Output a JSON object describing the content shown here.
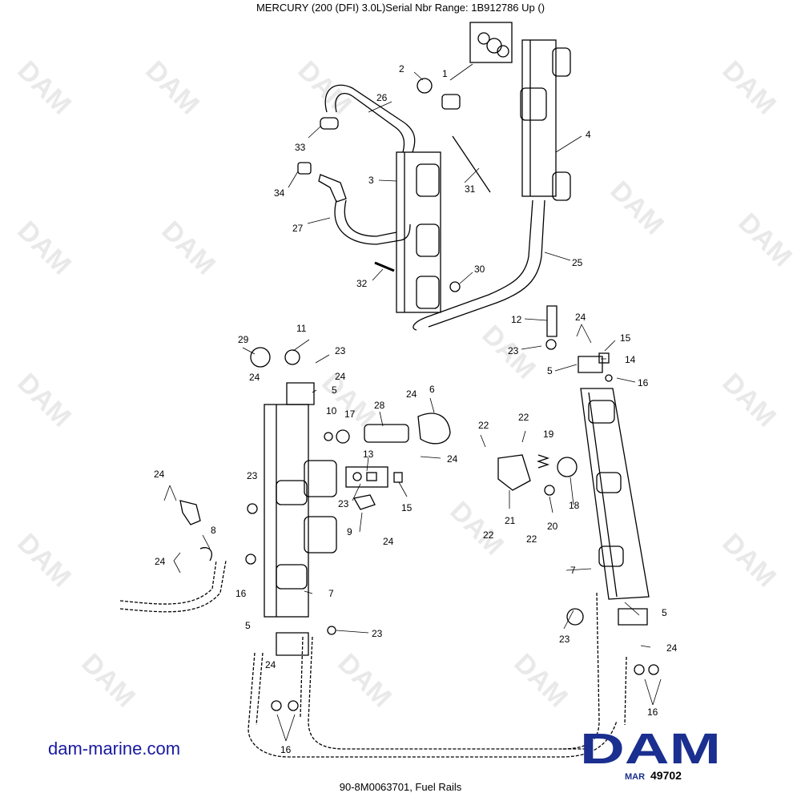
{
  "header": {
    "title": "MERCURY (200 (DFI) 3.0L)Serial Nbr Range: 1B912786  Up ()"
  },
  "footer": {
    "caption": "90-8M0063701, Fuel Rails",
    "site": "dam-marine.com"
  },
  "logo": {
    "main": "DAM",
    "sub": "MAR",
    "code": "49702",
    "color": "#1a2f8f"
  },
  "watermark": "DAM",
  "callouts": {
    "c1": "1",
    "c2": "2",
    "c3": "3",
    "c4": "4",
    "c5a": "5",
    "c5b": "5",
    "c5c": "5",
    "c5d": "5",
    "c6": "6",
    "c7a": "7",
    "c7b": "7",
    "c8": "8",
    "c9": "9",
    "c10": "10",
    "c11": "11",
    "c12": "12",
    "c13": "13",
    "c14": "14",
    "c15a": "15",
    "c15b": "15",
    "c16a": "16",
    "c16b": "16",
    "c16c": "16",
    "c16d": "16",
    "c17": "17",
    "c18": "18",
    "c19": "19",
    "c20": "20",
    "c21": "21",
    "c22a": "22",
    "c22b": "22",
    "c22c": "22",
    "c22d": "22",
    "c23a": "23",
    "c23b": "23",
    "c23c": "23",
    "c23d": "23",
    "c23e": "23",
    "c23f": "23",
    "c24a": "24",
    "c24b": "24",
    "c24c": "24",
    "c24d": "24",
    "c24e": "24",
    "c24f": "24",
    "c24g": "24",
    "c24h": "24",
    "c24i": "24",
    "c24j": "24",
    "c25": "25",
    "c26": "26",
    "c27": "27",
    "c28": "28",
    "c29": "29",
    "c30": "30",
    "c31": "31",
    "c32": "32",
    "c33": "33",
    "c34": "34"
  }
}
